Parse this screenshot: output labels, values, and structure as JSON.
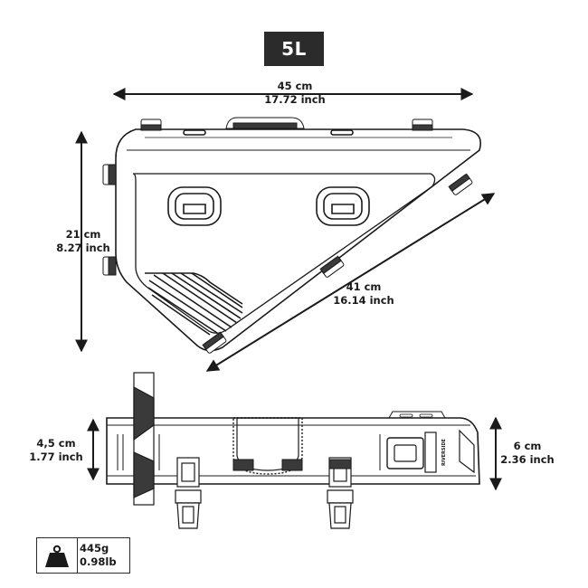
{
  "capacity": {
    "label": "5L"
  },
  "dimensions": {
    "top_length": {
      "metric": "45 cm",
      "imperial": "17.72 inch"
    },
    "height": {
      "metric": "21 cm",
      "imperial": "8.27 inch"
    },
    "diagonal": {
      "metric": "41 cm",
      "imperial": "16.14 inch"
    },
    "side_width": {
      "metric": "4,5 cm",
      "imperial": "1.77 inch"
    },
    "side_depth": {
      "metric": "6 cm",
      "imperial": "2.36 inch"
    }
  },
  "weight": {
    "icon": "weight-icon",
    "metric": "445g",
    "imperial": "0.98lb"
  },
  "brand_label": "RIVERSIDE",
  "colors": {
    "line": "#1a1a1a",
    "badge": "#2b2b2b",
    "strap": "#3a3a3a"
  }
}
